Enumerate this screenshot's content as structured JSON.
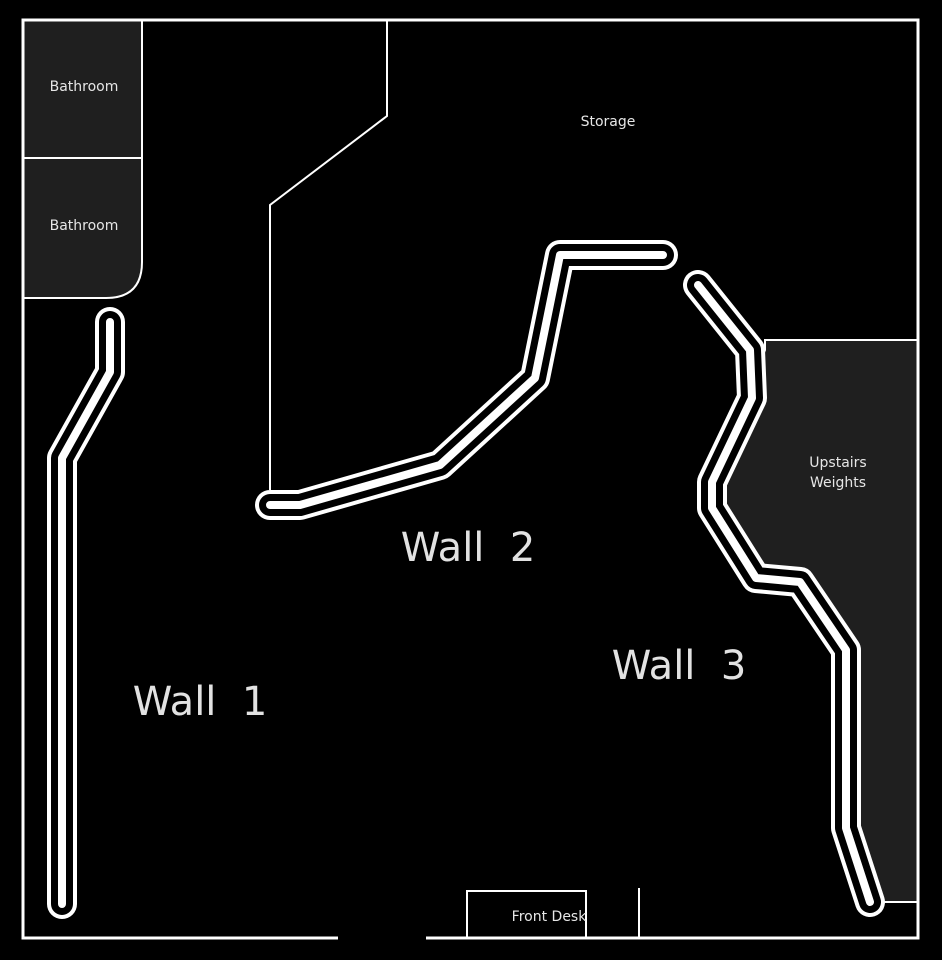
{
  "rooms": {
    "bathroom_top": "Bathroom",
    "bathroom_bottom": "Bathroom",
    "storage": "Storage",
    "upstairs_weights_line1": "Upstairs",
    "upstairs_weights_line2": "Weights",
    "front_desk": "Front Desk"
  },
  "walls": {
    "wall_1": "Wall  1",
    "wall_2": "Wall  2",
    "wall_3": "Wall  3"
  },
  "colors": {
    "background": "#000000",
    "room_fill": "#1f1f1f",
    "line": "#ffffff"
  }
}
